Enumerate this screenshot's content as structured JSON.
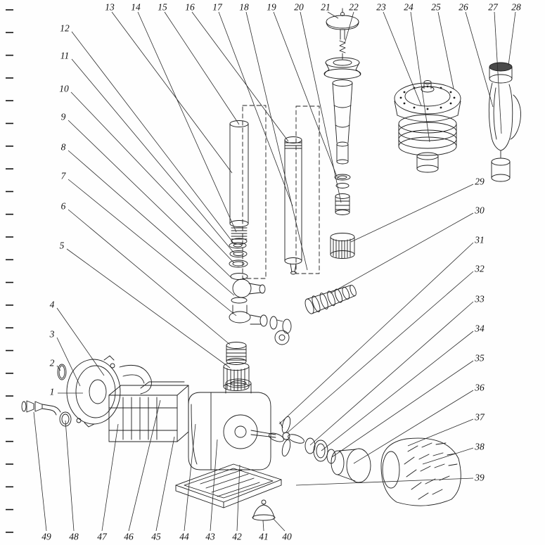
{
  "diagram": {
    "type": "exploded-parts-diagram",
    "background": "#fefefe",
    "line_color": "#1d1d1d"
  },
  "callouts": [
    {
      "n": "1",
      "label": [
        74,
        557
      ],
      "line": [
        82,
        559,
        118,
        559
      ]
    },
    {
      "n": "2",
      "label": [
        74,
        516
      ],
      "line": [
        81,
        520,
        86,
        527
      ]
    },
    {
      "n": "3",
      "label": [
        74,
        475
      ],
      "line": [
        81,
        480,
        114,
        549
      ]
    },
    {
      "n": "4",
      "label": [
        74,
        433
      ],
      "line": [
        81,
        438,
        148,
        534
      ]
    },
    {
      "n": "5",
      "label": [
        88,
        349
      ],
      "line": [
        95,
        354,
        327,
        523
      ]
    },
    {
      "n": "6",
      "label": [
        90,
        293
      ],
      "line": [
        97,
        298,
        327,
        490
      ]
    },
    {
      "n": "7",
      "label": [
        90,
        250
      ],
      "line": [
        97,
        255,
        336,
        449
      ]
    },
    {
      "n": "8",
      "label": [
        90,
        209
      ],
      "line": [
        97,
        214,
        333,
        420
      ]
    },
    {
      "n": "9",
      "label": [
        90,
        166
      ],
      "line": [
        97,
        171,
        330,
        396
      ]
    },
    {
      "n": "10",
      "label": [
        91,
        126
      ],
      "line": [
        101,
        131,
        333,
        374
      ]
    },
    {
      "n": "11",
      "label": [
        92,
        79
      ],
      "line": [
        102,
        84,
        333,
        360
      ]
    },
    {
      "n": "12",
      "label": [
        92,
        40
      ],
      "line": [
        102,
        45,
        333,
        347
      ]
    },
    {
      "n": "13",
      "label": [
        156,
        10
      ],
      "line": [
        159,
        17,
        330,
        246
      ]
    },
    {
      "n": "14",
      "label": [
        193,
        10
      ],
      "line": [
        196,
        17,
        336,
        330
      ]
    },
    {
      "n": "15",
      "label": [
        231,
        10
      ],
      "line": [
        234,
        17,
        340,
        177
      ]
    },
    {
      "n": "16",
      "label": [
        270,
        10
      ],
      "line": [
        273,
        17,
        410,
        201
      ]
    },
    {
      "n": "17",
      "label": [
        309,
        10
      ],
      "line": [
        311,
        17,
        416,
        293
      ]
    },
    {
      "n": "18",
      "label": [
        347,
        10
      ],
      "line": [
        350,
        17,
        437,
        384
      ]
    },
    {
      "n": "19",
      "label": [
        386,
        10
      ],
      "line": [
        389,
        17,
        481,
        256
      ]
    },
    {
      "n": "20",
      "label": [
        425,
        10
      ],
      "line": [
        427,
        17,
        485,
        288
      ]
    },
    {
      "n": "21",
      "label": [
        463,
        10
      ],
      "line": [
        466,
        17,
        481,
        26
      ]
    },
    {
      "n": "22",
      "label": [
        503,
        10
      ],
      "line": [
        503,
        17,
        490,
        62
      ]
    },
    {
      "n": "23",
      "label": [
        542,
        10
      ],
      "line": [
        545,
        17,
        599,
        150
      ]
    },
    {
      "n": "24",
      "label": [
        581,
        10
      ],
      "line": [
        584,
        17,
        611,
        202
      ]
    },
    {
      "n": "25",
      "label": [
        620,
        10
      ],
      "line": [
        623,
        17,
        645,
        126
      ]
    },
    {
      "n": "26",
      "label": [
        659,
        10
      ],
      "line": [
        662,
        17,
        701,
        152
      ]
    },
    {
      "n": "27",
      "label": [
        701,
        10
      ],
      "line": [
        703,
        17,
        713,
        190
      ]
    },
    {
      "n": "28",
      "label": [
        734,
        10
      ],
      "line": [
        733,
        17,
        723,
        93
      ]
    },
    {
      "n": "29",
      "label": [
        682,
        258
      ],
      "line": [
        673,
        262,
        499,
        344
      ]
    },
    {
      "n": "30",
      "label": [
        682,
        299
      ],
      "line": [
        673,
        303,
        470,
        417
      ]
    },
    {
      "n": "31",
      "label": [
        682,
        341
      ],
      "line": [
        673,
        345,
        397,
        603
      ]
    },
    {
      "n": "32",
      "label": [
        682,
        382
      ],
      "line": [
        673,
        386,
        409,
        615
      ]
    },
    {
      "n": "33",
      "label": [
        682,
        425
      ],
      "line": [
        673,
        429,
        441,
        633
      ]
    },
    {
      "n": "34",
      "label": [
        682,
        467
      ],
      "line": [
        673,
        471,
        457,
        641
      ]
    },
    {
      "n": "35",
      "label": [
        682,
        509
      ],
      "line": [
        673,
        513,
        472,
        650
      ]
    },
    {
      "n": "36",
      "label": [
        682,
        551
      ],
      "line": [
        673,
        555,
        503,
        659
      ]
    },
    {
      "n": "37",
      "label": [
        682,
        593
      ],
      "line": [
        673,
        596,
        580,
        634
      ]
    },
    {
      "n": "38",
      "label": [
        682,
        635
      ],
      "line": [
        673,
        637,
        601,
        660
      ]
    },
    {
      "n": "39",
      "label": [
        682,
        679
      ],
      "line": [
        673,
        680,
        421,
        690
      ]
    },
    {
      "n": "40",
      "label": [
        408,
        763
      ],
      "line": [
        405,
        755,
        388,
        737
      ]
    },
    {
      "n": "41",
      "label": [
        375,
        763
      ],
      "line": [
        375,
        755,
        374,
        740
      ]
    },
    {
      "n": "42",
      "label": [
        337,
        763
      ],
      "line": [
        337,
        755,
        341,
        661
      ]
    },
    {
      "n": "43",
      "label": [
        299,
        763
      ],
      "line": [
        299,
        755,
        309,
        625
      ]
    },
    {
      "n": "44",
      "label": [
        262,
        763
      ],
      "line": [
        262,
        755,
        278,
        603
      ]
    },
    {
      "n": "45",
      "label": [
        222,
        763
      ],
      "line": [
        222,
        755,
        248,
        621
      ]
    },
    {
      "n": "46",
      "label": [
        183,
        763
      ],
      "line": [
        183,
        755,
        228,
        569
      ]
    },
    {
      "n": "47",
      "label": [
        145,
        763
      ],
      "line": [
        145,
        755,
        168,
        603
      ]
    },
    {
      "n": "48",
      "label": [
        105,
        763
      ],
      "line": [
        105,
        755,
        93,
        598
      ]
    },
    {
      "n": "49",
      "label": [
        66,
        763
      ],
      "line": [
        66,
        755,
        48,
        586
      ]
    }
  ]
}
